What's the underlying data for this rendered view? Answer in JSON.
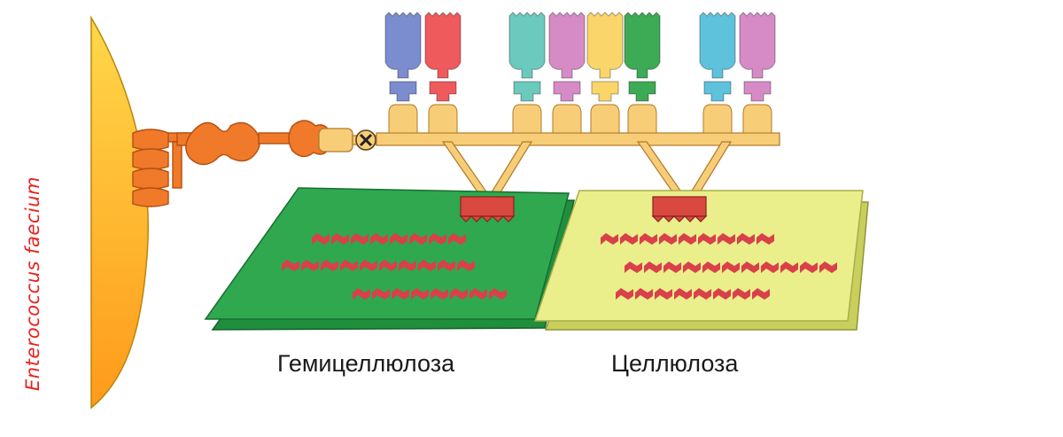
{
  "labels": {
    "organism": "Enterococcus faecium",
    "hemicellulose": "Гемицеллюлоза",
    "cellulose": "Целлюлоза"
  },
  "colors": {
    "cell_surface_edge": "#f7c624",
    "cell_surface_inner": "#fbe25a",
    "anchor_protein": "#f07a2a",
    "scaffold": "#f8cd78",
    "hemicellulose_sheet": "#2fa84f",
    "cellulose_sheet": "#e9ed8a",
    "binding_module": "#d9493f",
    "sugar_chain": "#d9404a",
    "enzymes": [
      "#7b8ccf",
      "#ef5a5d",
      "#6cc9bd",
      "#d68bc7",
      "#f9d56a",
      "#3daa55",
      "#5fc2dc",
      "#d68bc7"
    ]
  },
  "icons": [
    "anchor-protein",
    "dockerin-cohesin-link",
    "x-marker-icon",
    "enzyme-module",
    "carbohydrate-binding-module"
  ]
}
